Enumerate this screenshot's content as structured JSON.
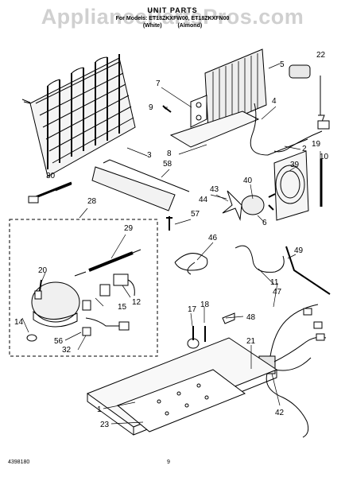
{
  "watermark": "AppliancePartsPros.com",
  "header": {
    "title": "UNIT PARTS",
    "models": "For Models: ET18ZKXFW00, ET18ZKXFN00",
    "colors": "(White) (Almond)"
  },
  "callouts": {
    "c22": "22",
    "c7": "7",
    "c5": "5",
    "c9": "9",
    "c4": "4",
    "c2": "2",
    "c3": "3",
    "c8": "8",
    "c19": "19",
    "c10": "10",
    "c30": "30",
    "c58": "58",
    "c39": "39",
    "c40": "40",
    "c43": "43",
    "c44": "44",
    "c28": "28",
    "c57": "57",
    "c6": "6",
    "c29": "29",
    "c46": "46",
    "c49": "49",
    "c20": "20",
    "c15": "15",
    "c12": "12",
    "c14": "14",
    "c47": "47",
    "c11": "11",
    "c17": "17",
    "c18": "18",
    "c48": "48",
    "c56": "56",
    "c32": "32",
    "c21": "21",
    "c1": "1",
    "c23": "23",
    "c42": "42"
  },
  "footer": {
    "doc_number": "4398180",
    "page": "9"
  }
}
